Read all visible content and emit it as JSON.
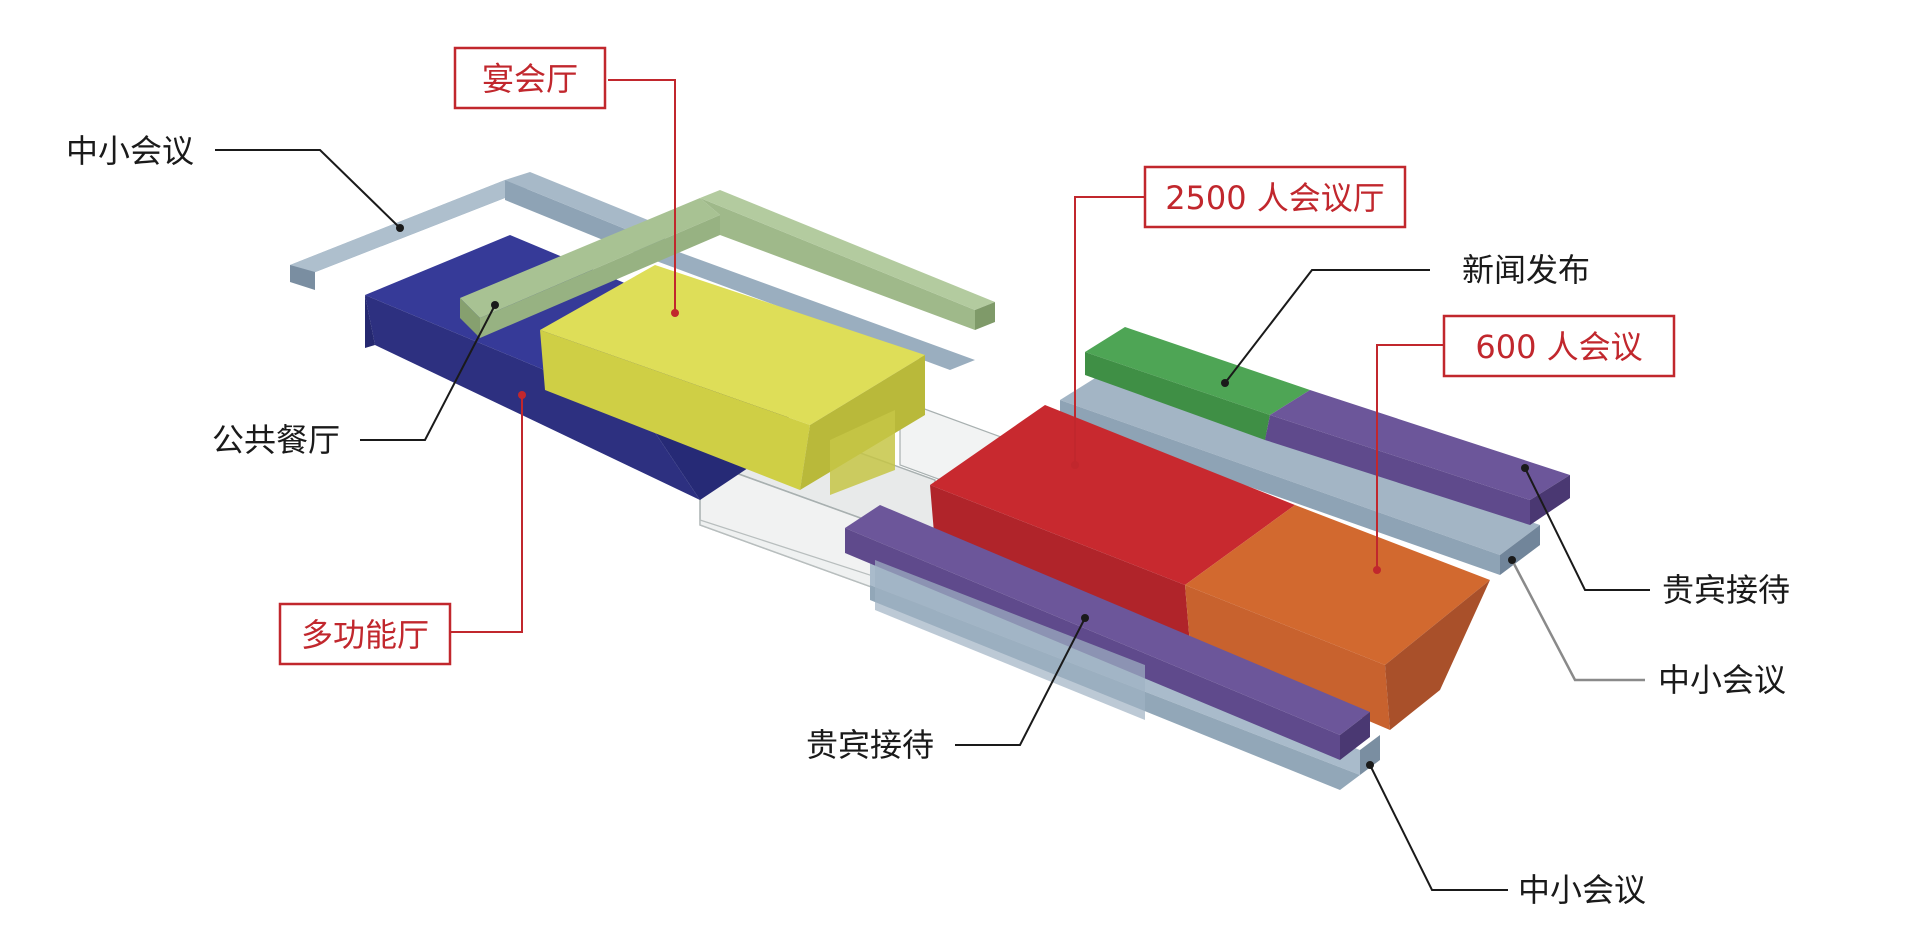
{
  "labels": {
    "banquet_hall": "宴会厅",
    "small_meeting_top_left": "中小会议",
    "public_dining": "公共餐厅",
    "multi_function_hall": "多功能厅",
    "hall_2500": "2500 人会议厅",
    "press_release": "新闻发布",
    "meeting_600": "600 人会议",
    "vip_reception_right": "贵宾接待",
    "small_meeting_right": "中小会议",
    "vip_reception_front": "贵宾接待",
    "small_meeting_bottom": "中小会议"
  },
  "colors": {
    "accent_red": "#c1272d",
    "leader_dark": "#1a1a1a",
    "small_meeting_blue_grey": "#8ea3b5",
    "banquet_green": "#9fb98a",
    "banquet_yellow": "#d9d84a",
    "multi_function_navy": "#2d3080",
    "hall_2500_red": "#c1272d",
    "meeting_600_orange": "#c8622e",
    "press_green": "#3f8f45",
    "vip_purple": "#5f4a8c"
  }
}
